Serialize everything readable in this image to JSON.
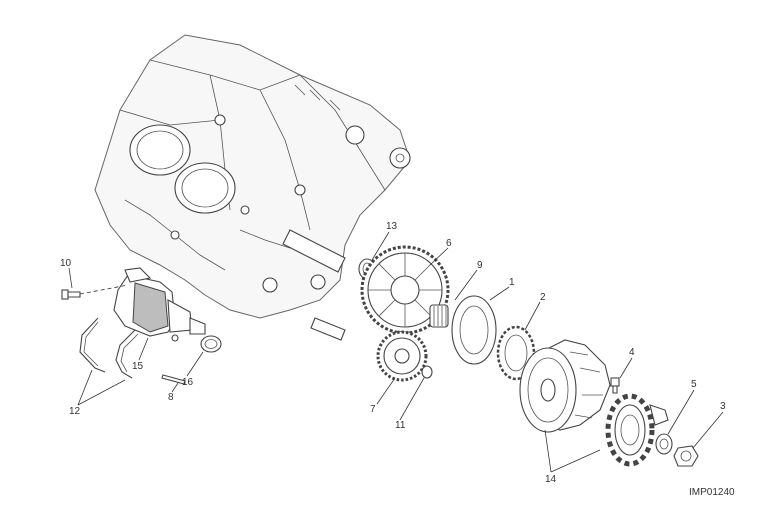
{
  "callouts": {
    "c1": "1",
    "c2": "2",
    "c3": "3",
    "c4": "4",
    "c5": "5",
    "c6": "6",
    "c7": "7",
    "c8": "8",
    "c9": "9",
    "c10": "10",
    "c11": "11",
    "c12": "12",
    "c13": "13",
    "c14": "14",
    "c15": "15",
    "c16": "16"
  },
  "drawing_ref": "IMP01240"
}
